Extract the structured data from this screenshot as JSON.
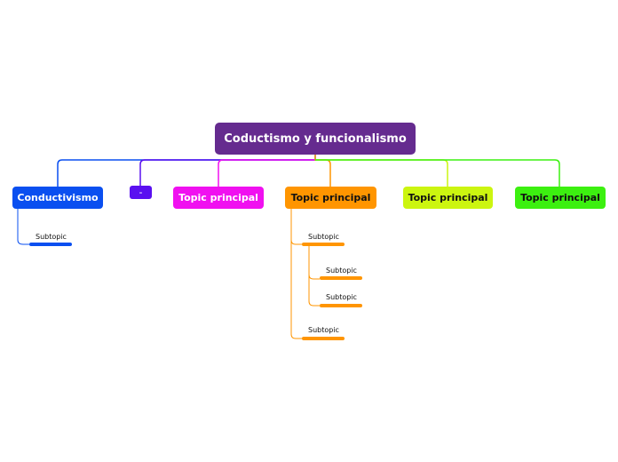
{
  "mindmap": {
    "root": {
      "label": "Coductismo y funcionalismo",
      "color": "#652b8f"
    },
    "topics": [
      {
        "label": "Conductivismo",
        "color": "#0a4ff0",
        "text_color": "#ffffff",
        "subtopics": [
          {
            "label": "Subtopic"
          }
        ]
      },
      {
        "label": "–",
        "color": "#5a10f0",
        "text_color": "#ffffff",
        "subtopics": []
      },
      {
        "label": "Topic principal",
        "color": "#f010f0",
        "text_color": "#ffffff",
        "subtopics": []
      },
      {
        "label": "Topic principal",
        "color": "#ff9500",
        "text_color": "#111111",
        "subtopics": [
          {
            "label": "Subtopic",
            "children": [
              {
                "label": "Subtopic"
              },
              {
                "label": "Subtopic"
              }
            ]
          },
          {
            "label": "Subtopic"
          }
        ]
      },
      {
        "label": "Topic principal",
        "color": "#ccf510",
        "text_color": "#111111",
        "subtopics": []
      },
      {
        "label": "Topic principal",
        "color": "#3cf010",
        "text_color": "#111111",
        "subtopics": []
      }
    ]
  }
}
